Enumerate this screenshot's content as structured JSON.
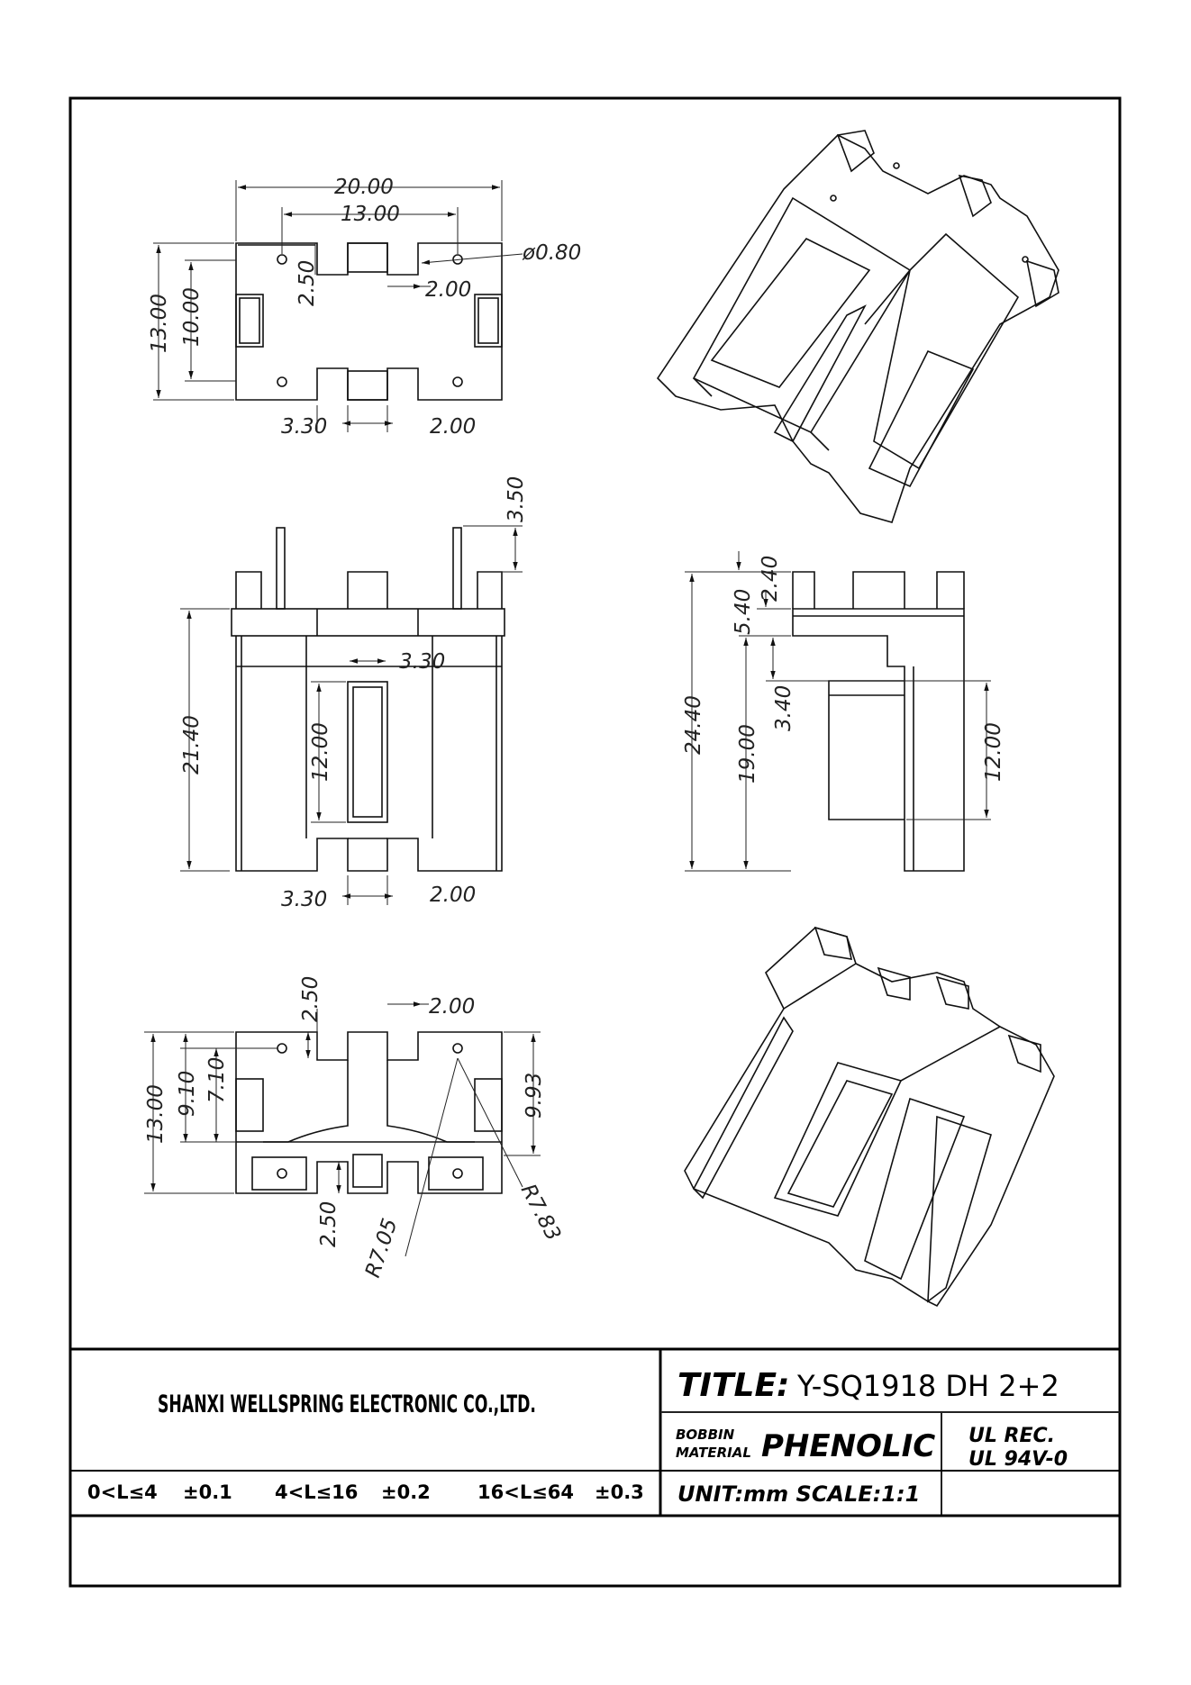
{
  "company": "SHANXI WELLSPRING ELECTRONIC CO.,LTD.",
  "title_label": "TITLE:",
  "title_value": "Y-SQ1918  DH 2+2",
  "bobbin_label_1": "BOBBIN",
  "bobbin_label_2": "MATERIAL",
  "material": "PHENOLIC",
  "ul_line1": "UL  REC.",
  "ul_line2": "UL  94V-0",
  "unit_scale": "UNIT:mm  SCALE:1:1",
  "tolerances": [
    {
      "range": "0<L≤4",
      "tol": "±0.1"
    },
    {
      "range": "4<L≤16",
      "tol": "±0.2"
    },
    {
      "range": "16<L≤64",
      "tol": "±0.3"
    }
  ],
  "dims": {
    "top_w20": "20.00",
    "top_w13": "13.00",
    "top_hole": "ø0.80",
    "top_h250": "2.50",
    "top_s200": "2.00",
    "top_h13": "13.00",
    "top_h10": "10.00",
    "top_b330": "3.30",
    "top_b200": "2.00",
    "front_350": "3.50",
    "front_2140": "21.40",
    "front_330": "3.30",
    "front_1200": "12.00",
    "front_b330": "3.30",
    "front_b200": "2.00",
    "side_2440": "24.40",
    "side_540": "5.40",
    "side_240": "2.40",
    "side_1900": "19.00",
    "side_340": "3.40",
    "side_1200": "12.00",
    "bot_250": "2.50",
    "bot_200": "2.00",
    "bot_1300": "13.00",
    "bot_910": "9.10",
    "bot_710": "7.10",
    "bot_993": "9.93",
    "bot_b250": "2.50",
    "bot_r705": "R7.05",
    "bot_r783": "R7.83"
  }
}
